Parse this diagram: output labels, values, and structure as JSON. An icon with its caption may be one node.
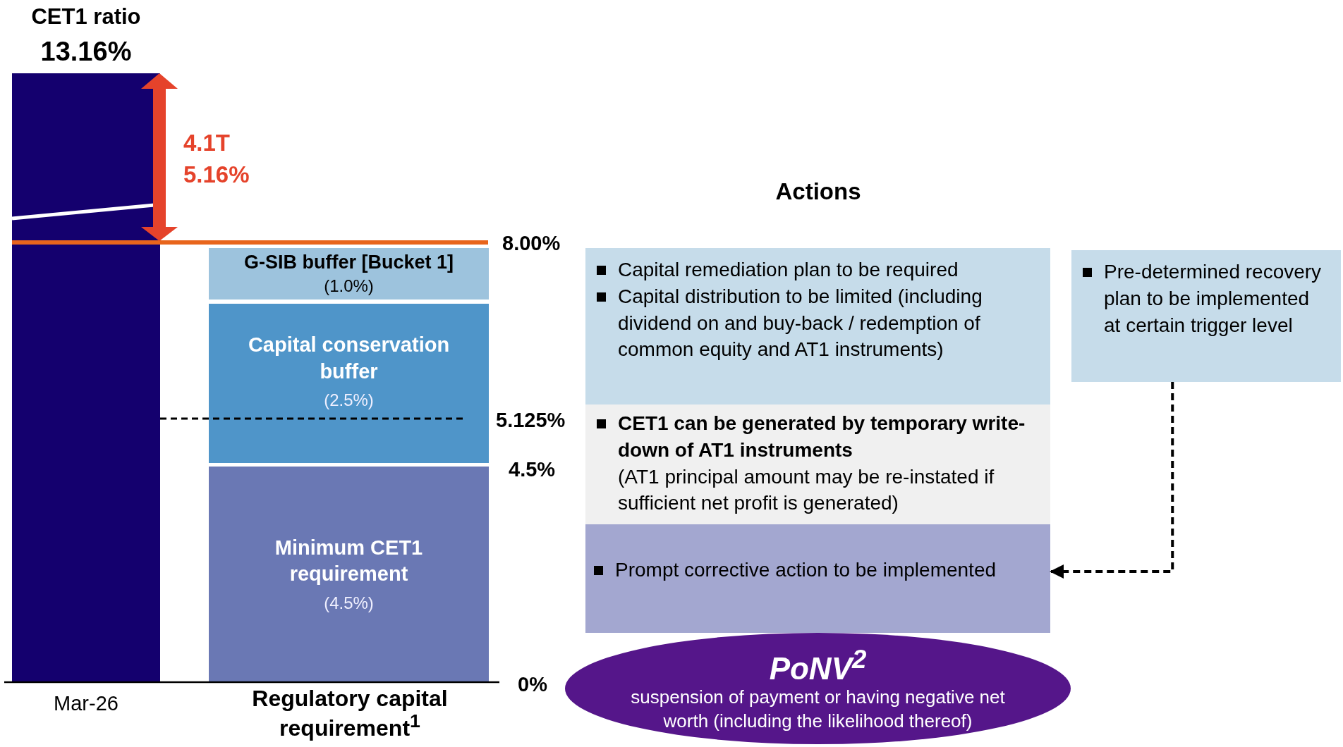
{
  "diagram": {
    "nodes": [
      {
        "text": [
          "CET1 ratio",
          "13.16%"
        ],
        "beside": [
          "Mar-26"
        ]
      },
      {
        "text": [
          "G-SIB buffer [Bucket 1]",
          "(1.0%)"
        ]
      },
      {
        "text": [
          "Capital conservation buffer",
          "(2.5%)"
        ]
      },
      {
        "text": [
          "Minimum CET1 requirement",
          "(4.5%)"
        ]
      },
      {
        "text": [
          "Capital remediation plan to be required",
          "Capital distribution to be limited (including dividend on and buy-back / redemption of common equity and AT1 instruments)"
        ]
      },
      {
        "text": [
          "CET1 can be generated by temporary write-down of AT1 instruments",
          "(AT1 principal amount may be re-instated if sufficient net profit is generated)"
        ]
      },
      {
        "text": [
          "Prompt corrective action to be implemented"
        ]
      },
      {
        "text": [
          "PoNV$^{2}$",
          "suspension of payment or having negative net worth (including the likelihood thereof)"
        ]
      },
      {
        "text": [
          "Pre-determined recovery plan to be implemented at certain trigger level"
        ]
      }
    ],
    "edges": [
      {
        "from": 8,
        "to": 6,
        "arrow": "to",
        "style": "dashed"
      }
    ],
    "labels": [
      "4.1T",
      "5.16%",
      "Actions",
      "8.00%",
      "5.125%",
      "4.5%",
      "0%",
      "Regulatory capital requirement$^{1}$"
    ]
  }
}
